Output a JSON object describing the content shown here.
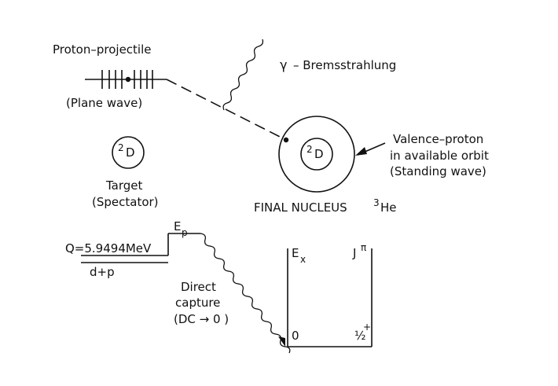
{
  "top": {
    "projectile_label": "Proton–projectile",
    "plane_wave": "(Plane wave)",
    "gamma_symbol": "γ",
    "bremsstrahlung": "–  Bremsstrahlung",
    "target_core": "D",
    "target_sup": "2",
    "target_label": "Target",
    "spectator": "(Spectator)",
    "final_core": "D",
    "final_sup": "2",
    "valence_line1": "Valence–proton",
    "valence_line2": "in available orbit",
    "valence_line3": "(Standing wave)",
    "final_nucleus": "FINAL NUCLEUS",
    "final_nucleus_sup": "3",
    "final_nucleus_he": "He"
  },
  "bottom": {
    "ep_main": "E",
    "ep_sub": "p",
    "q_value": "Q=5.9494MeV",
    "channel": "d+p",
    "direct": "Direct",
    "capture": "capture",
    "dc_arrow": "(DC → 0 )",
    "ex_main": "E",
    "ex_sub": "x",
    "jpi_main": "J",
    "jpi_sup": "π",
    "level_energy": "0",
    "level_spin": "½",
    "level_parity": "+"
  }
}
